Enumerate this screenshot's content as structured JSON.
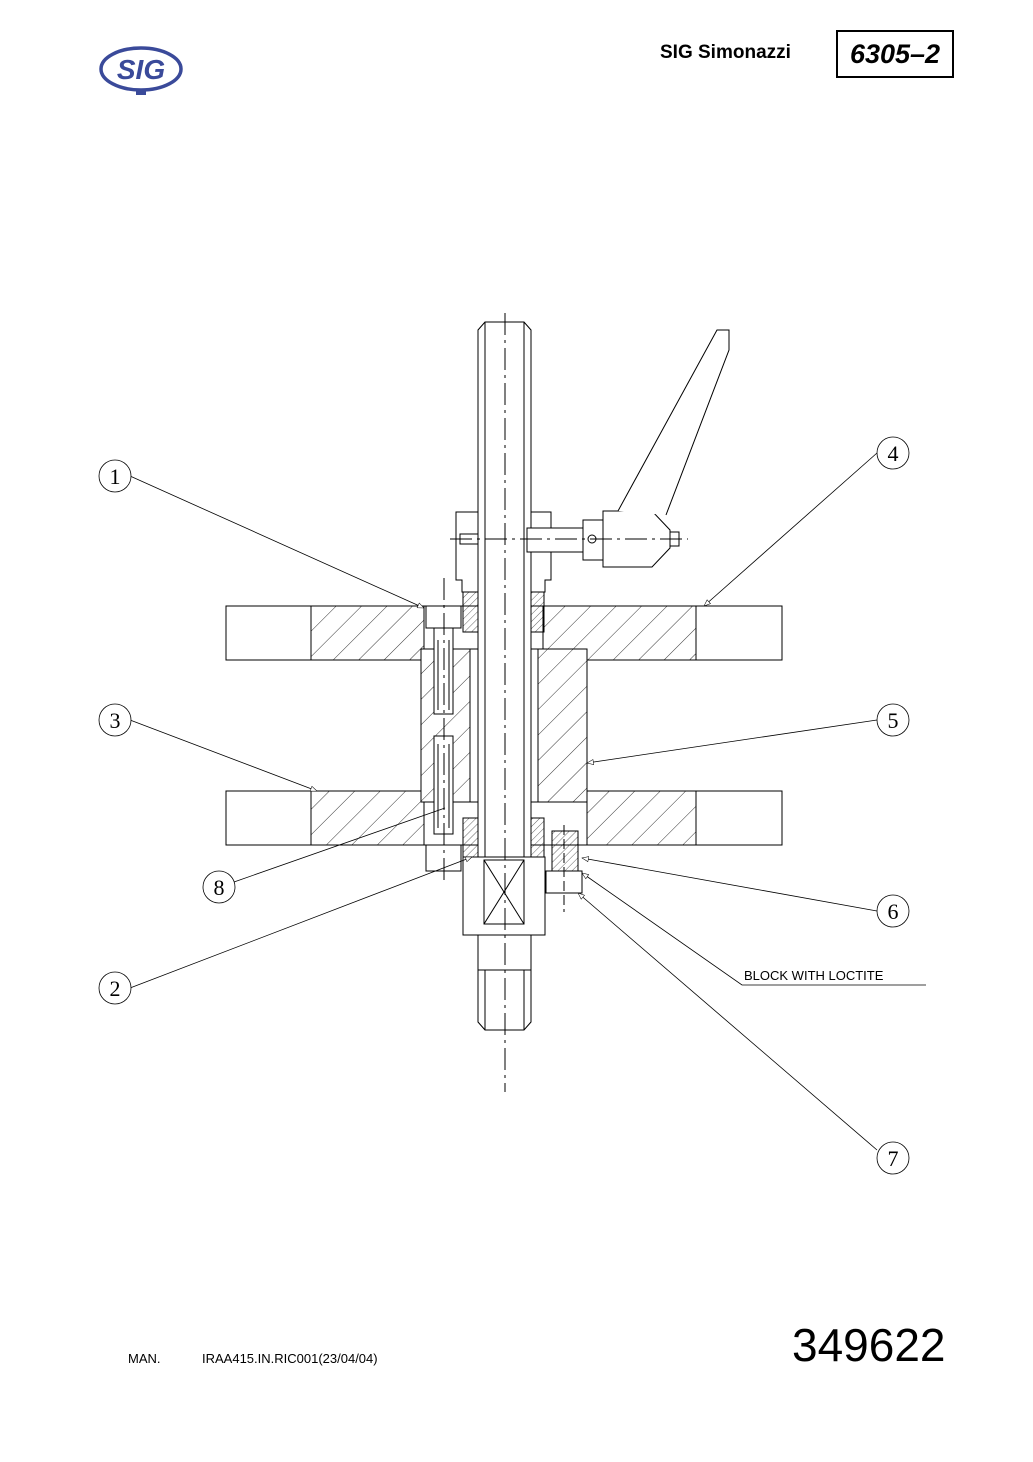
{
  "header": {
    "logo_text": "SIG",
    "company": "SIG Simonazzi",
    "doc_code": "6305–2"
  },
  "callouts": [
    {
      "id": "c1",
      "label": "1"
    },
    {
      "id": "c2",
      "label": "2"
    },
    {
      "id": "c3",
      "label": "3"
    },
    {
      "id": "c4",
      "label": "4"
    },
    {
      "id": "c5",
      "label": "5"
    },
    {
      "id": "c6",
      "label": "6"
    },
    {
      "id": "c7",
      "label": "7"
    },
    {
      "id": "c8",
      "label": "8"
    }
  ],
  "note": "BLOCK WITH LOCTITE",
  "footer": {
    "man": "MAN.",
    "ref": "IRAA415.IN.RIC001(23/04/04)",
    "drawing_number": "349622"
  },
  "colors": {
    "logo": "#3a4a9a",
    "line": "#000000"
  }
}
